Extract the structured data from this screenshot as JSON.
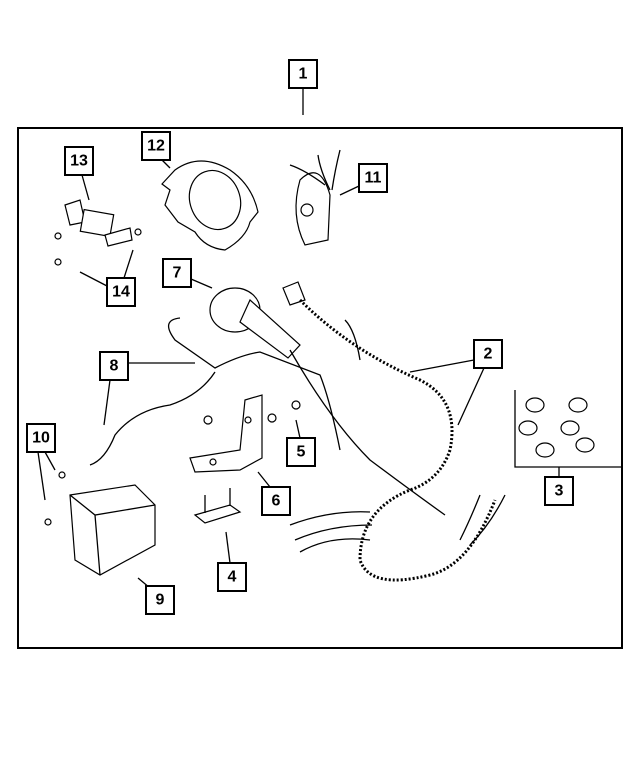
{
  "diagram": {
    "callouts": [
      {
        "id": "1",
        "label": "1"
      },
      {
        "id": "2",
        "label": "2"
      },
      {
        "id": "3",
        "label": "3"
      },
      {
        "id": "4",
        "label": "4"
      },
      {
        "id": "5",
        "label": "5"
      },
      {
        "id": "6",
        "label": "6"
      },
      {
        "id": "7",
        "label": "7"
      },
      {
        "id": "8",
        "label": "8"
      },
      {
        "id": "9",
        "label": "9"
      },
      {
        "id": "10",
        "label": "10"
      },
      {
        "id": "11",
        "label": "11"
      },
      {
        "id": "12",
        "label": "12"
      },
      {
        "id": "13",
        "label": "13"
      },
      {
        "id": "14",
        "label": "14"
      }
    ],
    "line_color": "#000000",
    "background": "#ffffff"
  }
}
